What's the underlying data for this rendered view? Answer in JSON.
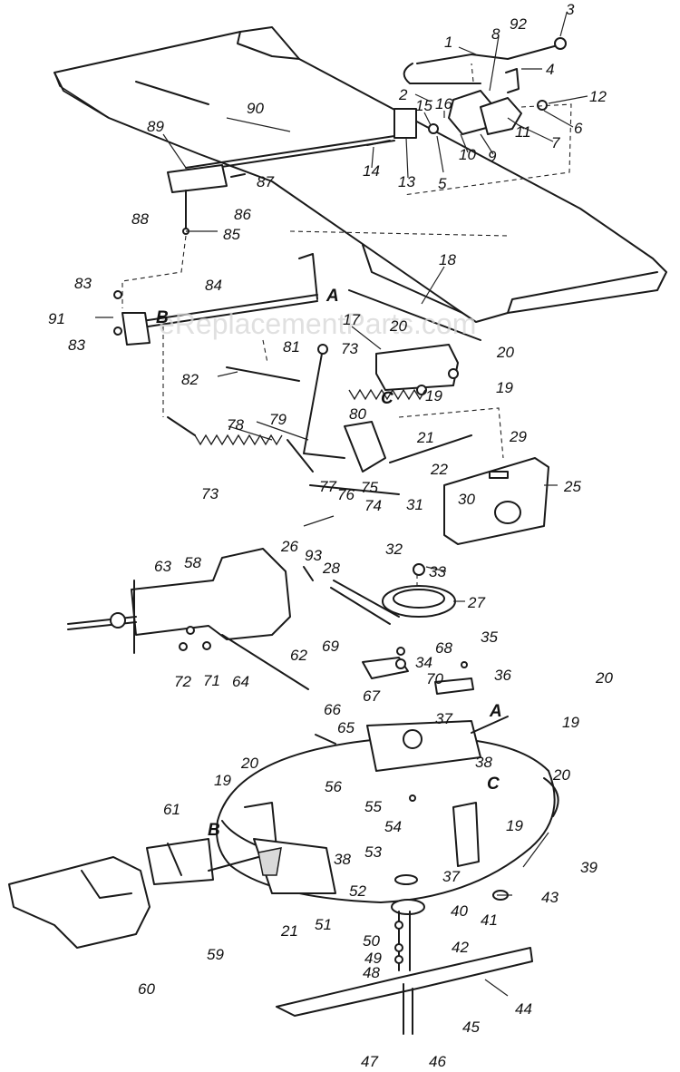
{
  "watermark": "eReplacementParts.com",
  "callouts": [
    {
      "id": "c1",
      "text": "1"
    },
    {
      "id": "c2",
      "text": "2"
    },
    {
      "id": "c3",
      "text": "3"
    },
    {
      "id": "c4",
      "text": "4"
    },
    {
      "id": "c5",
      "text": "5"
    },
    {
      "id": "c6",
      "text": "6"
    },
    {
      "id": "c7",
      "text": "7"
    },
    {
      "id": "c8",
      "text": "8"
    },
    {
      "id": "c9",
      "text": "9"
    },
    {
      "id": "c10",
      "text": "10"
    },
    {
      "id": "c11",
      "text": "11"
    },
    {
      "id": "c12",
      "text": "12"
    },
    {
      "id": "c13",
      "text": "13"
    },
    {
      "id": "c14",
      "text": "14"
    },
    {
      "id": "c15",
      "text": "15"
    },
    {
      "id": "c16",
      "text": "16"
    },
    {
      "id": "c17",
      "text": "17"
    },
    {
      "id": "c18",
      "text": "18"
    },
    {
      "id": "c19a",
      "text": "19"
    },
    {
      "id": "c19b",
      "text": "19"
    },
    {
      "id": "c19c",
      "text": "19"
    },
    {
      "id": "c19d",
      "text": "19"
    },
    {
      "id": "c19e",
      "text": "19"
    },
    {
      "id": "c20a",
      "text": "20"
    },
    {
      "id": "c20b",
      "text": "20"
    },
    {
      "id": "c20c",
      "text": "20"
    },
    {
      "id": "c20d",
      "text": "20"
    },
    {
      "id": "c20e",
      "text": "20"
    },
    {
      "id": "c21a",
      "text": "21"
    },
    {
      "id": "c21b",
      "text": "21"
    },
    {
      "id": "c22",
      "text": "22"
    },
    {
      "id": "c25",
      "text": "25"
    },
    {
      "id": "c26",
      "text": "26"
    },
    {
      "id": "c27",
      "text": "27"
    },
    {
      "id": "c28",
      "text": "28"
    },
    {
      "id": "c29",
      "text": "29"
    },
    {
      "id": "c30",
      "text": "30"
    },
    {
      "id": "c31",
      "text": "31"
    },
    {
      "id": "c32",
      "text": "32"
    },
    {
      "id": "c33",
      "text": "33"
    },
    {
      "id": "c34",
      "text": "34"
    },
    {
      "id": "c35",
      "text": "35"
    },
    {
      "id": "c36",
      "text": "36"
    },
    {
      "id": "c37a",
      "text": "37"
    },
    {
      "id": "c37b",
      "text": "37"
    },
    {
      "id": "c38a",
      "text": "38"
    },
    {
      "id": "c38b",
      "text": "38"
    },
    {
      "id": "c39",
      "text": "39"
    },
    {
      "id": "c40",
      "text": "40"
    },
    {
      "id": "c41",
      "text": "41"
    },
    {
      "id": "c42",
      "text": "42"
    },
    {
      "id": "c43",
      "text": "43"
    },
    {
      "id": "c44",
      "text": "44"
    },
    {
      "id": "c45",
      "text": "45"
    },
    {
      "id": "c46",
      "text": "46"
    },
    {
      "id": "c47",
      "text": "47"
    },
    {
      "id": "c48",
      "text": "48"
    },
    {
      "id": "c49",
      "text": "49"
    },
    {
      "id": "c50",
      "text": "50"
    },
    {
      "id": "c51",
      "text": "51"
    },
    {
      "id": "c52",
      "text": "52"
    },
    {
      "id": "c53",
      "text": "53"
    },
    {
      "id": "c54",
      "text": "54"
    },
    {
      "id": "c55",
      "text": "55"
    },
    {
      "id": "c56",
      "text": "56"
    },
    {
      "id": "c58",
      "text": "58"
    },
    {
      "id": "c59",
      "text": "59"
    },
    {
      "id": "c60",
      "text": "60"
    },
    {
      "id": "c61",
      "text": "61"
    },
    {
      "id": "c62",
      "text": "62"
    },
    {
      "id": "c63",
      "text": "63"
    },
    {
      "id": "c64",
      "text": "64"
    },
    {
      "id": "c65",
      "text": "65"
    },
    {
      "id": "c66",
      "text": "66"
    },
    {
      "id": "c67",
      "text": "67"
    },
    {
      "id": "c68",
      "text": "68"
    },
    {
      "id": "c69",
      "text": "69"
    },
    {
      "id": "c70",
      "text": "70"
    },
    {
      "id": "c71",
      "text": "71"
    },
    {
      "id": "c72",
      "text": "72"
    },
    {
      "id": "c73a",
      "text": "73"
    },
    {
      "id": "c73b",
      "text": "73"
    },
    {
      "id": "c74",
      "text": "74"
    },
    {
      "id": "c75",
      "text": "75"
    },
    {
      "id": "c76",
      "text": "76"
    },
    {
      "id": "c77",
      "text": "77"
    },
    {
      "id": "c78",
      "text": "78"
    },
    {
      "id": "c79",
      "text": "79"
    },
    {
      "id": "c80",
      "text": "80"
    },
    {
      "id": "c81",
      "text": "81"
    },
    {
      "id": "c82",
      "text": "82"
    },
    {
      "id": "c83a",
      "text": "83"
    },
    {
      "id": "c83b",
      "text": "83"
    },
    {
      "id": "c84",
      "text": "84"
    },
    {
      "id": "c85",
      "text": "85"
    },
    {
      "id": "c86",
      "text": "86"
    },
    {
      "id": "c87",
      "text": "87"
    },
    {
      "id": "c88",
      "text": "88"
    },
    {
      "id": "c89",
      "text": "89"
    },
    {
      "id": "c90",
      "text": "90"
    },
    {
      "id": "c91",
      "text": "91"
    },
    {
      "id": "c92",
      "text": "92"
    },
    {
      "id": "c93",
      "text": "93"
    }
  ],
  "connection_letters": [
    {
      "id": "A1",
      "text": "A"
    },
    {
      "id": "A2",
      "text": "A"
    },
    {
      "id": "B1",
      "text": "B"
    },
    {
      "id": "B2",
      "text": "B"
    },
    {
      "id": "C1",
      "text": "C"
    },
    {
      "id": "C2",
      "text": "C"
    }
  ]
}
